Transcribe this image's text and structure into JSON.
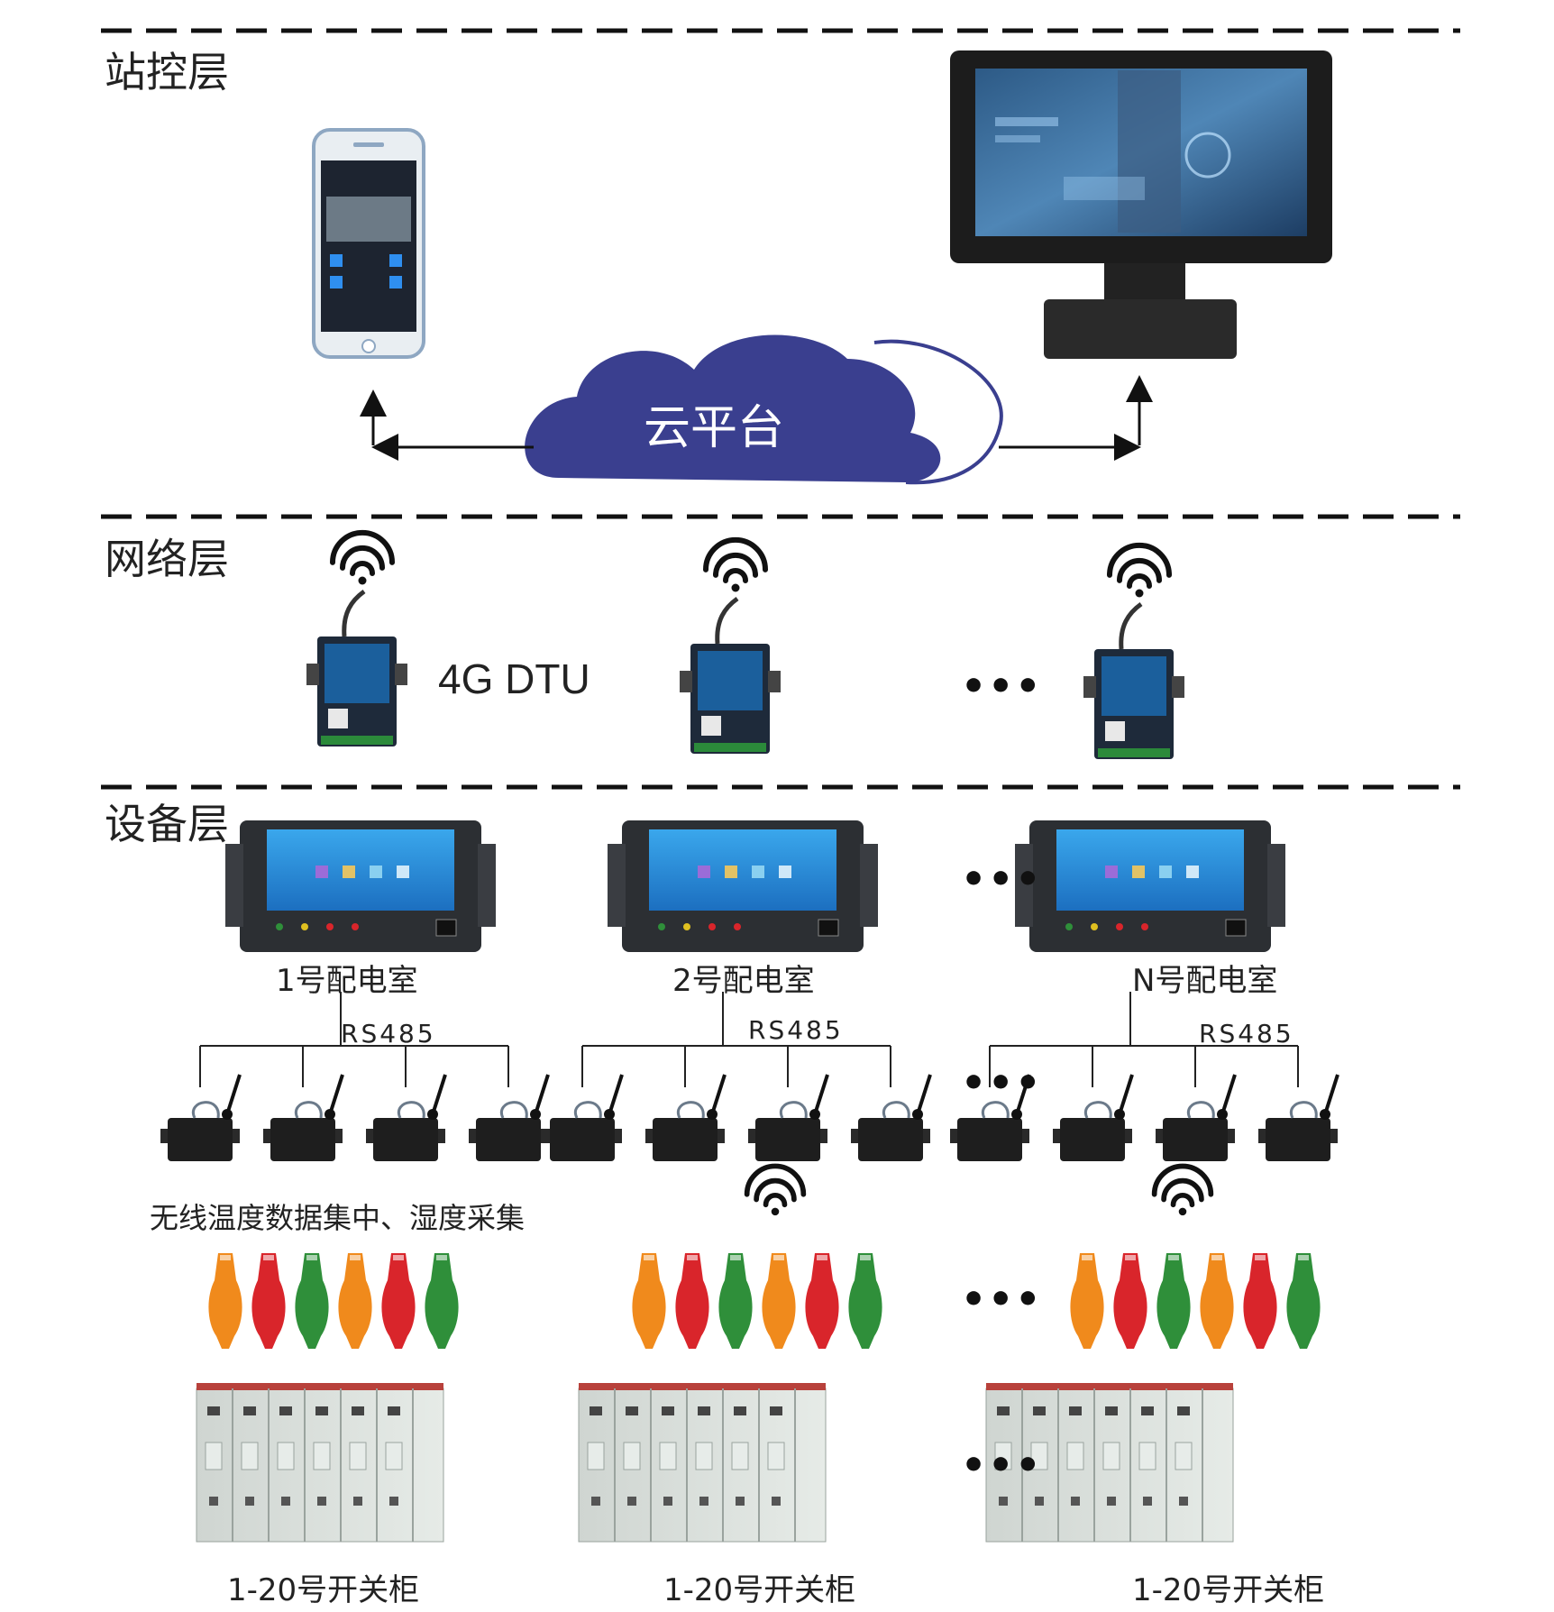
{
  "layers": {
    "station": "站控层",
    "network": "网络层",
    "device": "设备层"
  },
  "cloud": {
    "label": "云平台"
  },
  "network": {
    "dtu_label": "4G DTU",
    "ellipsis": "•••"
  },
  "device": {
    "rooms": [
      {
        "name": "1号配电室",
        "bus": "RS485",
        "cabinets": "1-20号开关柜"
      },
      {
        "name": "2号配电室",
        "bus": "RS485",
        "cabinets": "1-20号开关柜"
      },
      {
        "name": "N号配电室",
        "bus": "RS485",
        "cabinets": "1-20号开关柜"
      }
    ],
    "collector_caption": "无线温度数据集中、湿度采集",
    "ellipsis": "•••"
  },
  "colors": {
    "cloud": "#3a3f8f",
    "sensor_orange": "#f08a1c",
    "sensor_red": "#d9252b",
    "sensor_green": "#2f8f3a",
    "screen_blue": "#2a8fd8"
  }
}
